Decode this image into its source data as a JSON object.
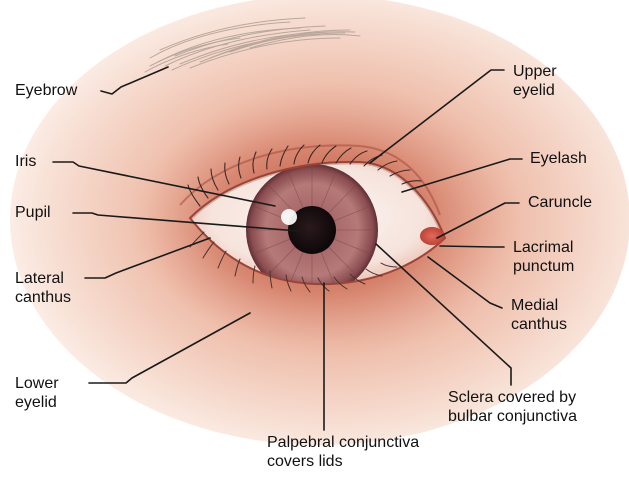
{
  "labels": {
    "eyebrow": "Eyebrow",
    "upper_eyelid_1": "Upper",
    "upper_eyelid_2": "eyelid",
    "iris": "Iris",
    "eyelash": "Eyelash",
    "pupil": "Pupil",
    "caruncle": "Caruncle",
    "lacrimal_punctum_1": "Lacrimal",
    "lacrimal_punctum_2": "punctum",
    "lateral_canthus_1": "Lateral",
    "lateral_canthus_2": "canthus",
    "medial_canthus_1": "Medial",
    "medial_canthus_2": "canthus",
    "lower_eyelid_1": "Lower",
    "lower_eyelid_2": "eyelid",
    "sclera_1": "Sclera covered by",
    "sclera_2": "bulbar conjunctiva",
    "palpebral_1": "Palpebral conjunctiva",
    "palpebral_2": "covers lids"
  },
  "colors": {
    "skin_dark": "#c9705a",
    "skin_light": "#fbe6dc",
    "iris": "#9a5a5c",
    "pupil": "#1a1012",
    "sclera": "#fbf3ef",
    "caruncle": "#d8574a"
  }
}
